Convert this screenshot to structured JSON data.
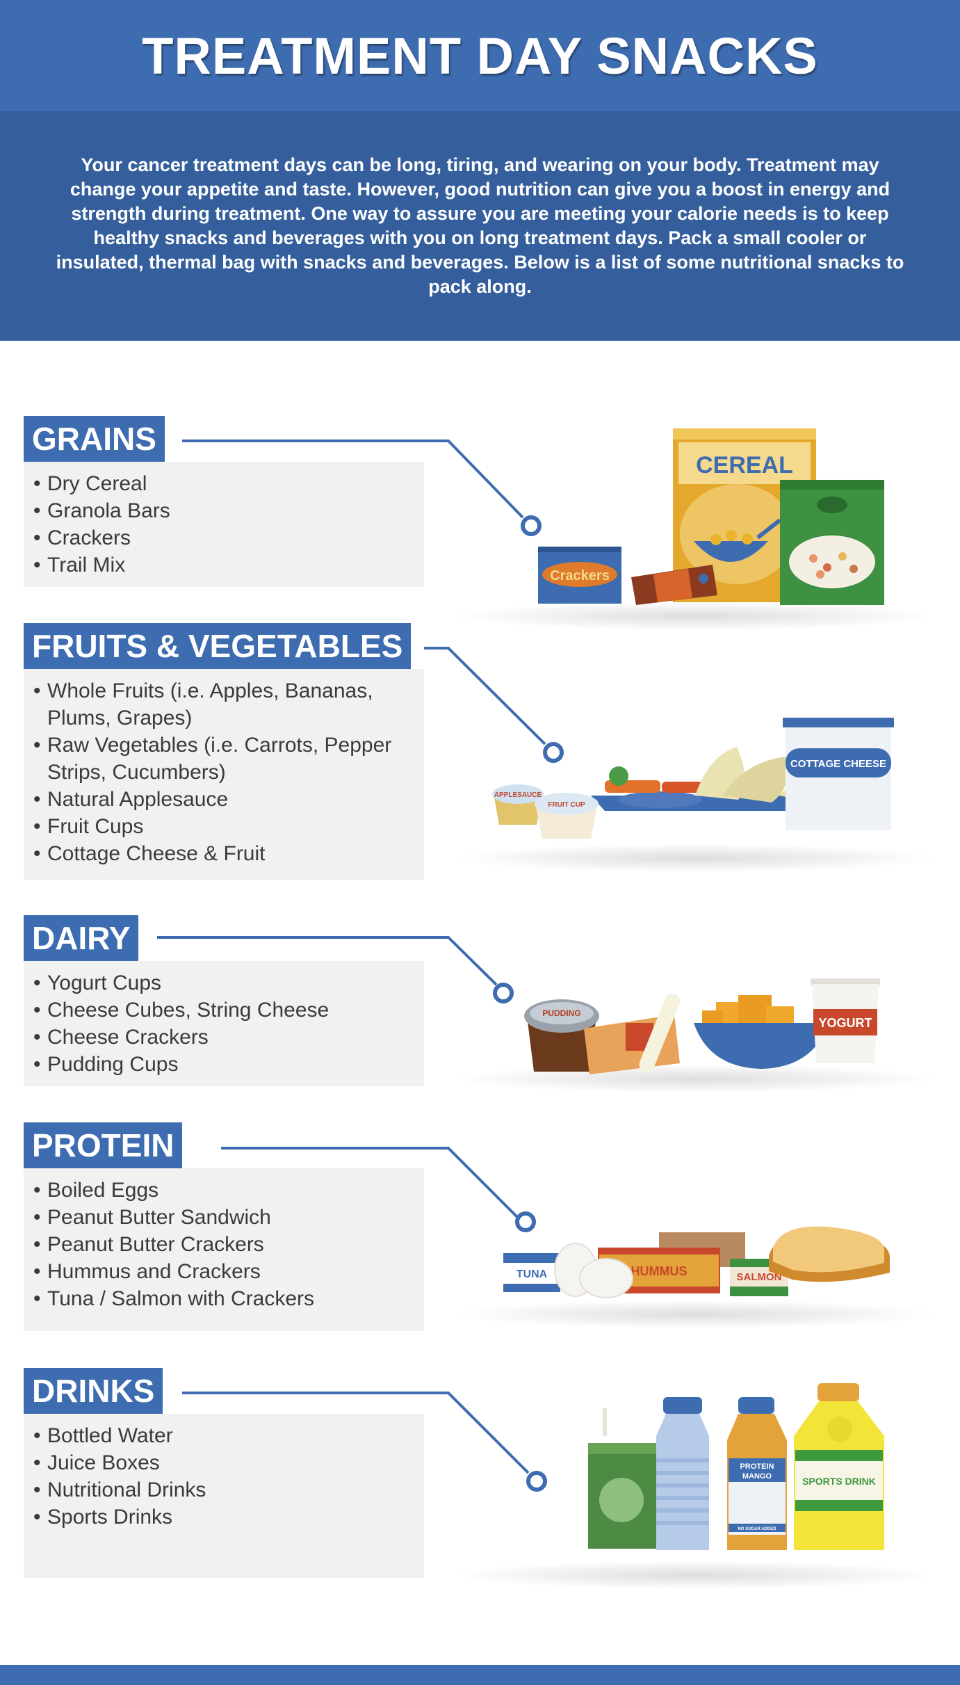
{
  "header": {
    "title": "TREATMENT DAY SNACKS"
  },
  "intro": "Your cancer treatment days can be long, tiring, and wearing on your body. Treatment may change your appetite and taste. However, good nutrition can give you a boost in energy and strength during treatment. One way to assure you are meeting your calorie needs is to keep healthy snacks and beverages with you on long treatment days. Pack a small cooler or insulated, thermal bag with snacks and beverages. Below is a list of some nutritional snacks to pack along.",
  "colors": {
    "brand": "#3e6cb0",
    "intro_bg": "#355f9c",
    "list_bg": "#f1f1f1"
  },
  "sections": [
    {
      "title": "GRAINS",
      "items": [
        "Dry Cereal",
        "Granola Bars",
        "Crackers",
        "Trail Mix"
      ],
      "illustration_labels": {
        "box": "CEREAL",
        "tin": "Crackers"
      }
    },
    {
      "title": "FRUITS & VEGETABLES",
      "items": [
        "Whole Fruits (i.e. Apples, Bananas, Plums, Grapes)",
        "Raw Vegetables (i.e. Carrots, Pepper Strips, Cucumbers)",
        "Natural Applesauce",
        "Fruit Cups",
        "Cottage Cheese & Fruit"
      ],
      "illustration_labels": {
        "cup1": "APPLESAUCE",
        "cup2": "FRUIT CUP",
        "tub": "COTTAGE CHEESE"
      }
    },
    {
      "title": "DAIRY",
      "items": [
        "Yogurt Cups",
        "Cheese Cubes, String Cheese",
        "Cheese Crackers",
        "Pudding Cups"
      ],
      "illustration_labels": {
        "cup": "PUDDING",
        "tub": "YOGURT"
      }
    },
    {
      "title": "PROTEIN",
      "items": [
        "Boiled Eggs",
        "Peanut Butter Sandwich",
        "Peanut Butter Crackers",
        "Hummus and Crackers",
        "Tuna / Salmon with Crackers"
      ],
      "illustration_labels": {
        "can1": "TUNA",
        "tub": "HUMMUS",
        "can2": "SALMON"
      }
    },
    {
      "title": "DRINKS",
      "items": [
        "Bottled Water",
        "Juice Boxes",
        "Nutritional Drinks",
        "Sports Drinks"
      ],
      "illustration_labels": {
        "bottle1_line1": "PROTEIN",
        "bottle1_line2": "MANGO",
        "bottle1_small": "NO SUGAR ADDED",
        "bottle2": "SPORTS DRINK"
      }
    }
  ]
}
